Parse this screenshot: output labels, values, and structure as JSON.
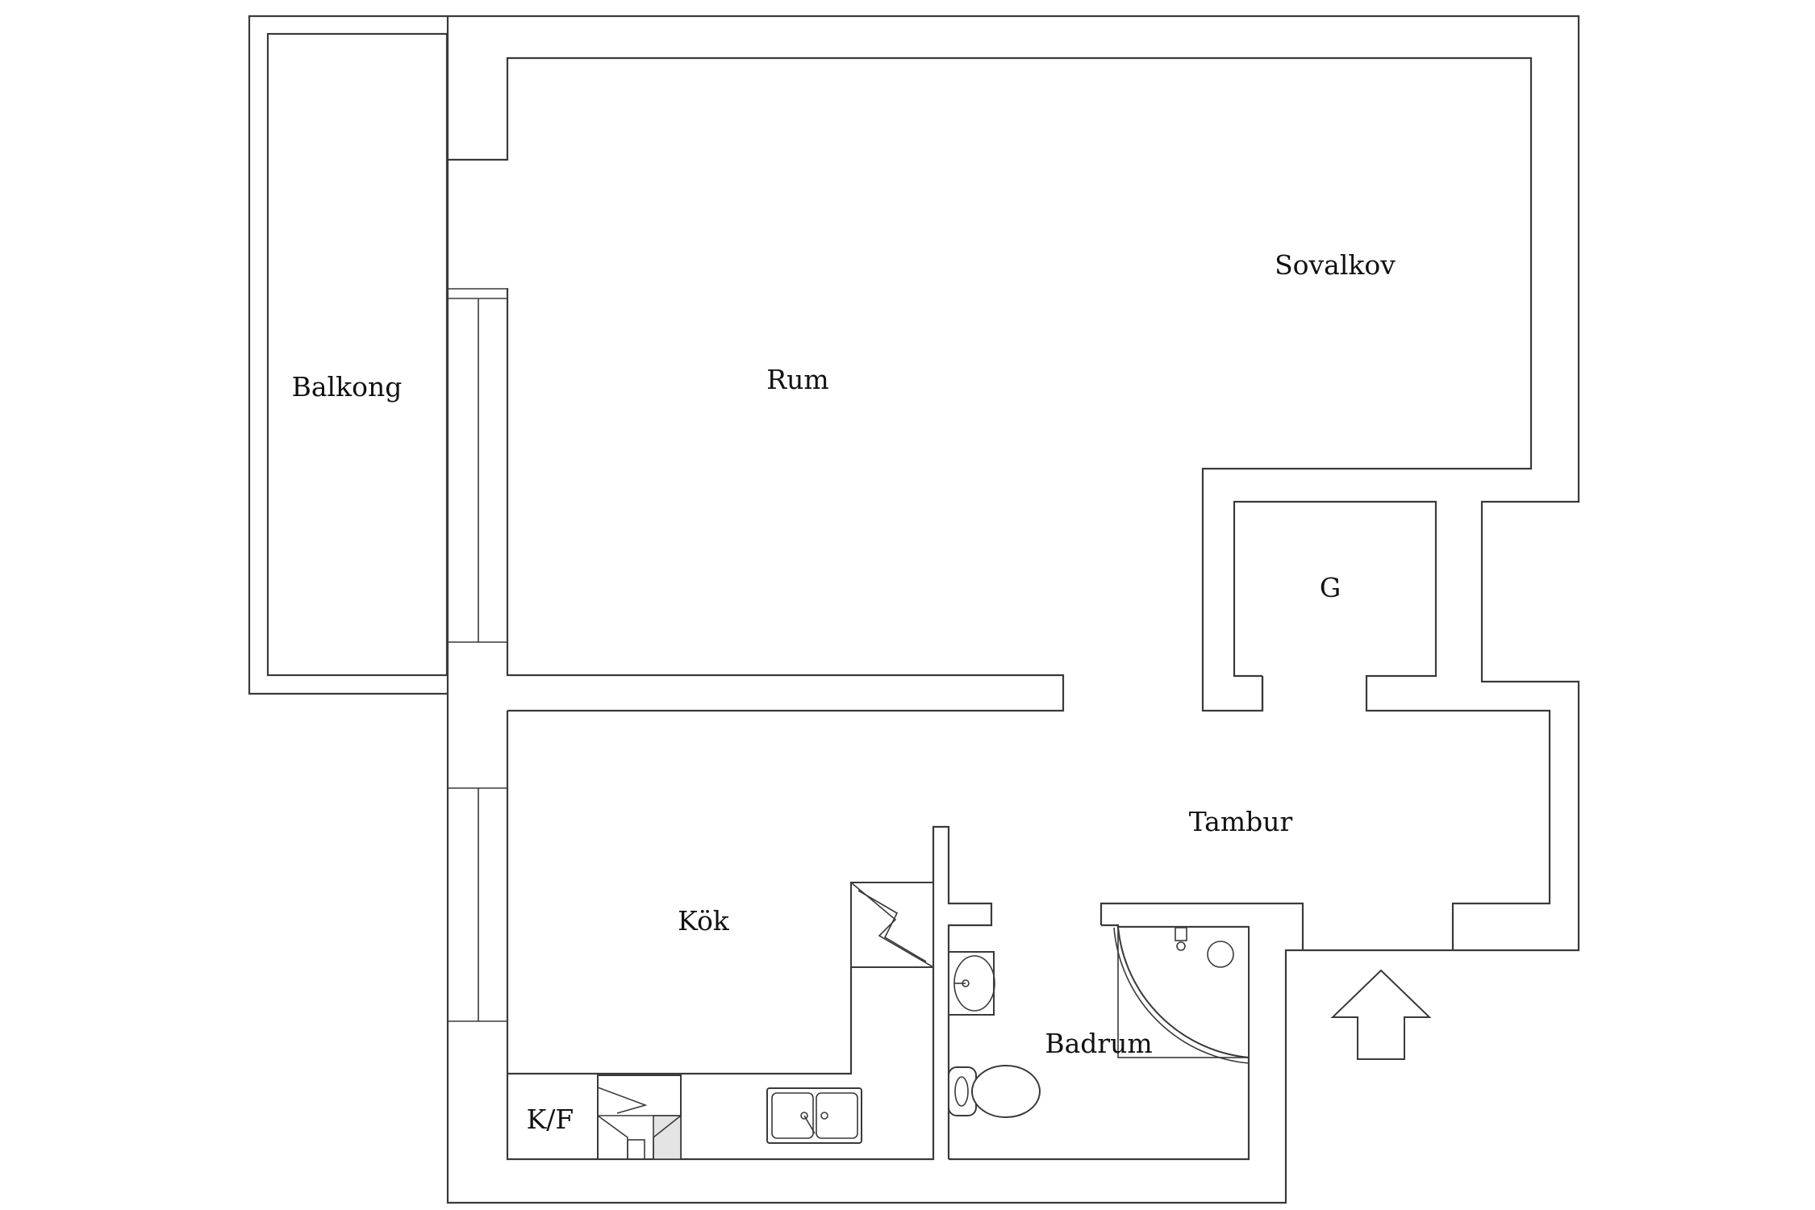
{
  "floor_plan": {
    "rooms": {
      "balkong": "Balkong",
      "rum": "Rum",
      "sovalkov": "Sovalkov",
      "g": "G",
      "tambur": "Tambur",
      "kok": "Kök",
      "badrum": "Badrum",
      "kf": "K/F"
    },
    "line_color": "#3a3a3a",
    "background_color": "#ffffff",
    "entrance_direction": "up"
  }
}
